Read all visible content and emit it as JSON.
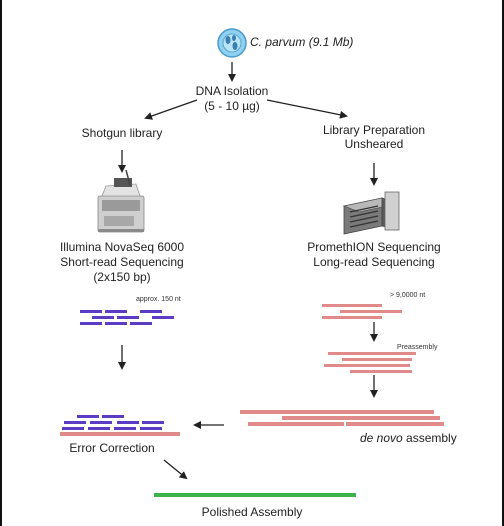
{
  "organism": {
    "name": "C. parvum",
    "size": "(9.1 Mb)"
  },
  "dna_isolation": {
    "title": "DNA Isolation",
    "amount": "(5 - 10 µg)"
  },
  "left_branch": {
    "library": "Shotgun library",
    "sequencer": "Illumina NovaSeq 6000",
    "read_type": "Short-read Sequencing",
    "read_length": "(2x150 bp)",
    "read_note": "approx. 150 nt",
    "correction": "Error Correction"
  },
  "right_branch": {
    "library_line1": "Library Preparation",
    "library_line2": "Unsheared",
    "sequencer": "PromethION Sequencing",
    "read_type": "Long-read Sequencing",
    "read_note": "> 9,0000 nt",
    "preassembly": "Preassembly",
    "assembly_italic": "de novo",
    "assembly_rest": " assembly"
  },
  "final": "Polished Assembly",
  "colors": {
    "short_read": "#5b3cc4",
    "long_read": "#e08a8a",
    "polished": "#3bb34a",
    "arrow": "#222222",
    "cell": "#8fd0f0"
  }
}
